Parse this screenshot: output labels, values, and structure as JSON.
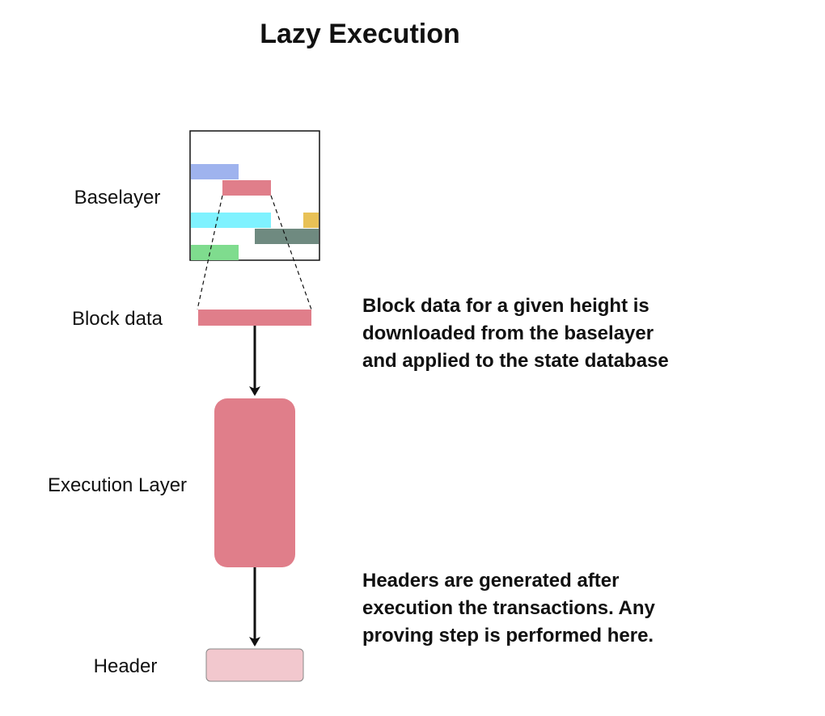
{
  "title": "Lazy Execution",
  "labels": {
    "baselayer": "Baselayer",
    "block_data": "Block data",
    "execution_layer": "Execution Layer",
    "header": "Header"
  },
  "notes": {
    "block_data_note": "Block data for a given height is\ndownloaded from the baselayer\nand applied to the state database",
    "header_note": "Headers are generated after\nexecution the transactions. Any\nproving step is performed here."
  },
  "colors": {
    "block_red": "#e07e8a",
    "header_pink": "#f2c8ce",
    "blue": "#9fb3ee",
    "cyan": "#7ff2ff",
    "yellow": "#e8c156",
    "gray_green": "#6f8a80",
    "green": "#7fdc8e",
    "outline": "#111111"
  }
}
